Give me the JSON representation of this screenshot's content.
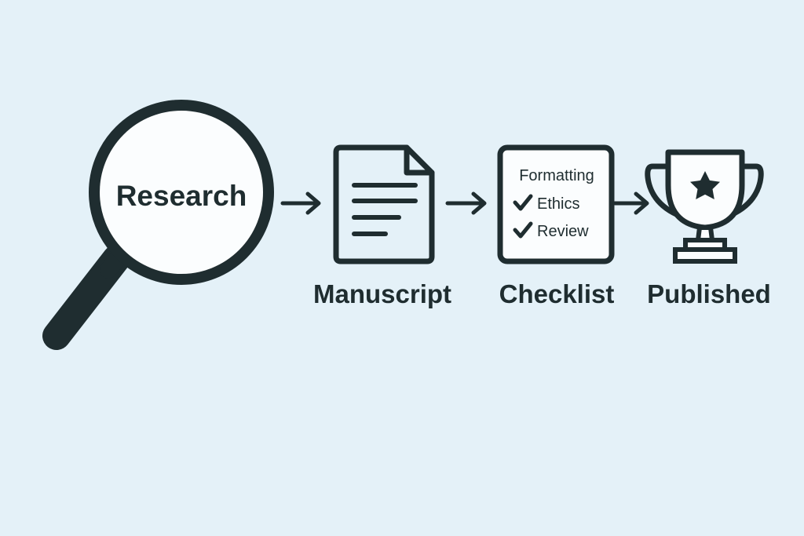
{
  "diagram": {
    "research": {
      "label": "Research",
      "icon": "magnifying-glass-icon"
    },
    "manuscript": {
      "label": "Manuscript",
      "icon": "document-icon"
    },
    "checklist": {
      "label": "Checklist",
      "icon": "checklist-icon",
      "title": "Formatting",
      "items": [
        "Ethics",
        "Review"
      ]
    },
    "published": {
      "label": "Published",
      "icon": "trophy-icon"
    },
    "colors": {
      "background": "#e4f1f8",
      "ink": "#1f2d30",
      "card": "#fbfdfe"
    }
  }
}
